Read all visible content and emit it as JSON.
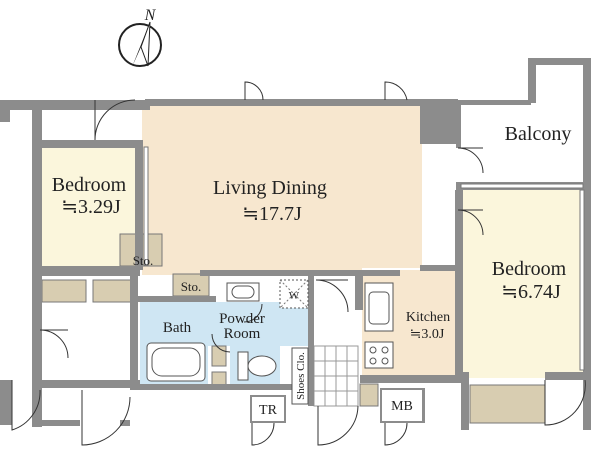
{
  "compass": {
    "letter": "N"
  },
  "rooms": {
    "balcony": {
      "name": "Balcony"
    },
    "bedroom_left": {
      "name": "Bedroom",
      "size": "≒3.29J"
    },
    "living": {
      "name": "Living Dining",
      "size": "≒17.7J"
    },
    "bedroom_right": {
      "name": "Bedroom",
      "size": "≒6.74J"
    },
    "kitchen": {
      "name": "Kitchen",
      "size": "≒3.0J"
    },
    "bath": {
      "name": "Bath"
    },
    "powder": {
      "name_line1": "Powder",
      "name_line2": "Room"
    },
    "sto_1": {
      "name": "Sto."
    },
    "sto_2": {
      "name": "Sto."
    },
    "washer": {
      "name": "W"
    },
    "shoes": {
      "name": "Shoes Clo."
    },
    "tr": {
      "name": "TR"
    },
    "mb": {
      "name": "MB"
    }
  },
  "colors": {
    "wall": "#8c8c8c",
    "living": "#f7e7cf",
    "bedroom": "#fbf6dc",
    "bath": "#cfe6f3",
    "storage": "#d8cdb1",
    "entrance_tile": "#eeeeee"
  }
}
